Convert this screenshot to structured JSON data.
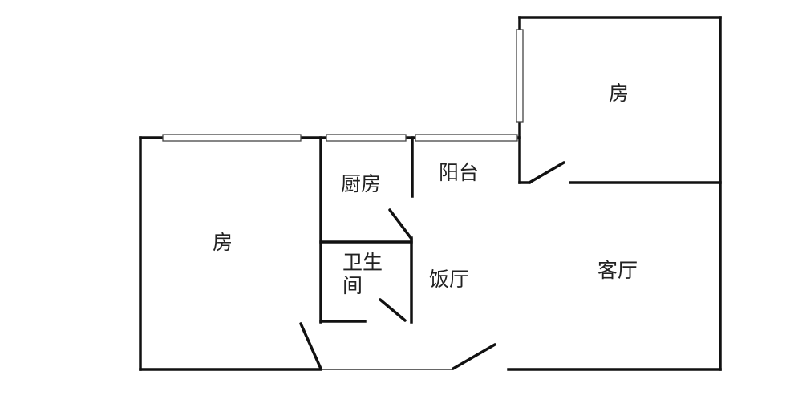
{
  "rooms": {
    "bedroom_left": "房",
    "bedroom_right": "房",
    "kitchen": "厨房",
    "balcony": "阳台",
    "bathroom_line1": "卫生",
    "bathroom_line2": "间",
    "dining": "饭厅",
    "living": "客厅"
  }
}
